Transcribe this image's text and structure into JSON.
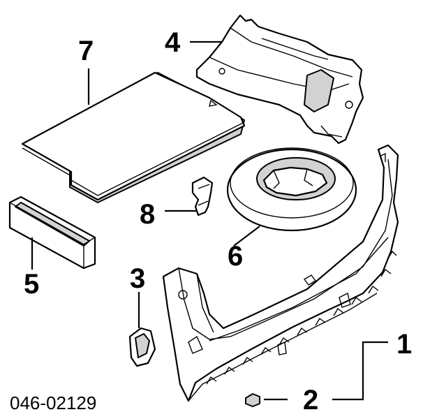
{
  "callouts": {
    "c1": "1",
    "c2": "2",
    "c3": "3",
    "c4": "4",
    "c5": "5",
    "c6": "6",
    "c7": "7",
    "c8": "8"
  },
  "part_code": "046-02129"
}
